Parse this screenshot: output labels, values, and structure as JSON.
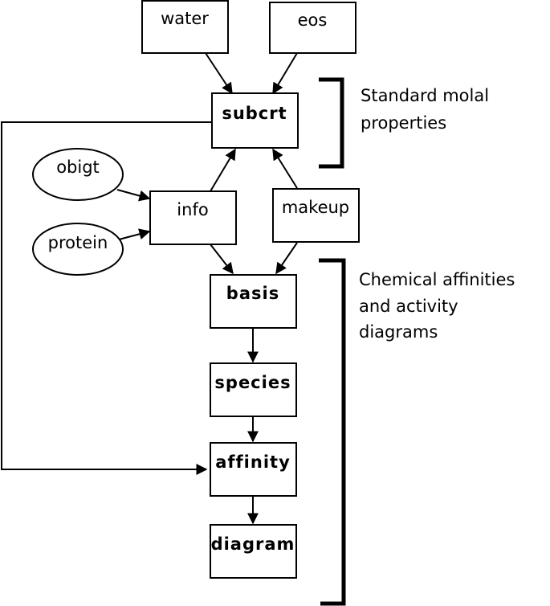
{
  "nodes": {
    "water": "water",
    "eos": "eos",
    "subcrt": "subcrt",
    "obigt": "obigt",
    "protein": "protein",
    "info": "info",
    "makeup": "makeup",
    "basis": "basis",
    "species": "species",
    "affinity": "affinity",
    "diagram": "diagram"
  },
  "annotations": {
    "standard_line1": "Standard molal",
    "standard_line2": "properties",
    "chemical_line1": "Chemical affinities",
    "chemical_line2": "and activity",
    "chemical_line3": "diagrams"
  },
  "edges": [
    [
      "water",
      "subcrt"
    ],
    [
      "eos",
      "subcrt"
    ],
    [
      "obigt",
      "info"
    ],
    [
      "protein",
      "info"
    ],
    [
      "info",
      "subcrt"
    ],
    [
      "makeup",
      "subcrt"
    ],
    [
      "info",
      "basis"
    ],
    [
      "makeup",
      "basis"
    ],
    [
      "basis",
      "species"
    ],
    [
      "species",
      "affinity"
    ],
    [
      "affinity",
      "diagram"
    ],
    [
      "subcrt",
      "affinity"
    ]
  ]
}
